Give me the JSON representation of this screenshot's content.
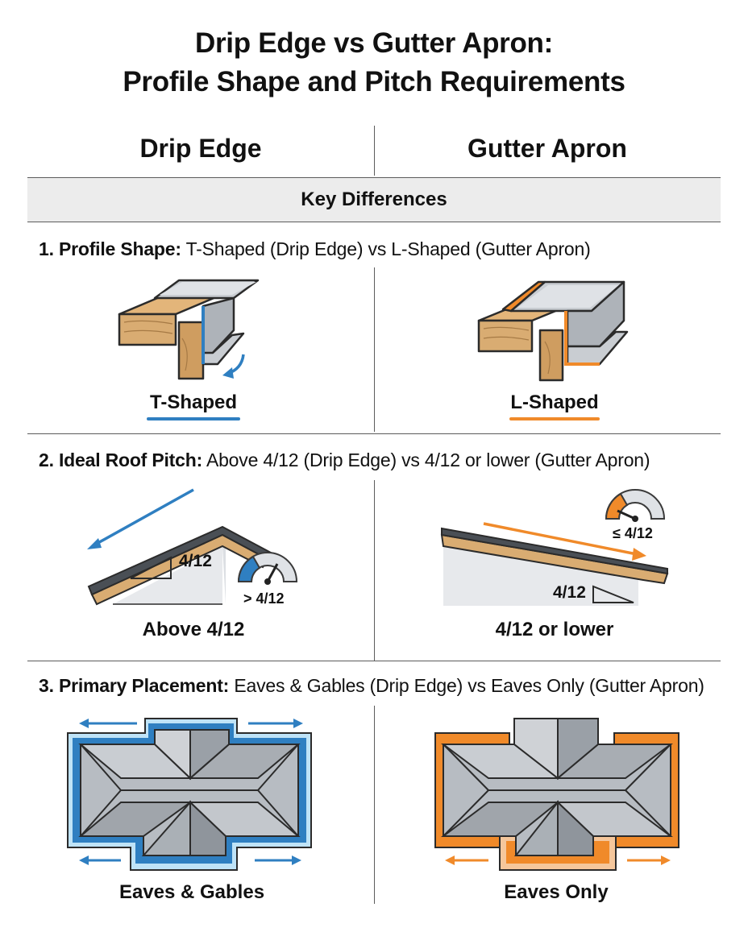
{
  "title": {
    "line1": "Drip Edge vs Gutter Apron:",
    "line2": "Profile Shape and Pitch Requirements"
  },
  "columns": {
    "left": "Drip Edge",
    "right": "Gutter Apron"
  },
  "key_differences": "Key Differences",
  "sections": [
    {
      "label": "1.  Profile Shape:",
      "text": " T-Shaped (Drip Edge) vs L-Shaped (Gutter Apron)",
      "left_caption": "T-Shaped",
      "right_caption": "L-Shaped"
    },
    {
      "label": "2. Ideal Roof Pitch:",
      "text": " Above 4/12 (Drip Edge) vs 4/12 or lower (Gutter Apron)",
      "left_caption": "Above 4/12",
      "right_caption": "4/12 or lower",
      "left_slope": "4/12",
      "left_gauge": "> 4/12",
      "right_slope": "4/12",
      "right_gauge": "≤ 4/12"
    },
    {
      "label": "3. Primary Placement:",
      "text": " Eaves & Gables (Drip Edge) vs Eaves Only (Gutter Apron)",
      "left_caption": "Eaves & Gables",
      "right_caption": "Eaves Only"
    }
  ],
  "colors": {
    "drip_edge": "#2f7fc1",
    "gutter_apron": "#f08a2a",
    "metal": "#c9cdd2",
    "wood": "#d9ac72",
    "divider": "#5c5c5c",
    "band": "#ececec"
  }
}
